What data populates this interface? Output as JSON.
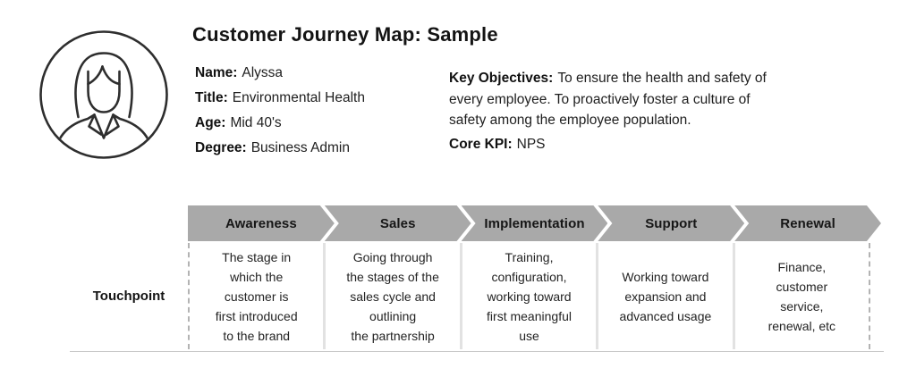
{
  "header": {
    "title": "Customer Journey Map: Sample",
    "persona": {
      "fields": [
        {
          "label": "Name:",
          "value": "Alyssa"
        },
        {
          "label": "Title:",
          "value": "Environmental Health"
        },
        {
          "label": "Age:",
          "value": "Mid 40's"
        },
        {
          "label": "Degree:",
          "value": "Business Admin"
        }
      ]
    },
    "objectives": {
      "label": "Key Objectives:",
      "text": "To ensure the health and safety of\nevery employee. To proactively foster a culture of\nsafety among the employee population.",
      "kpi_label": "Core KPI:",
      "kpi_value": "NPS"
    }
  },
  "journey": {
    "row_label": "Touchpoint",
    "stages": [
      {
        "label": "Awareness",
        "touchpoint": "The stage in\nwhich the\ncustomer is\nfirst introduced\nto the brand"
      },
      {
        "label": "Sales",
        "touchpoint": "Going through\nthe stages of the\nsales cycle and\noutlining\nthe partnership"
      },
      {
        "label": "Implementation",
        "touchpoint": "Training,\nconfiguration,\nworking toward\nfirst meaningful\nuse"
      },
      {
        "label": "Support",
        "touchpoint": "Working toward\nexpansion and\nadvanced usage"
      },
      {
        "label": "Renewal",
        "touchpoint": "Finance,\ncustomer\nservice,\nrenewal, etc"
      }
    ]
  },
  "icons": {
    "avatar": "female-persona-avatar-icon"
  },
  "colors": {
    "arrow-fill": "#a9a9a9",
    "stage-text": "#161616",
    "cell-divider": "#e2e2e2",
    "dashed-line": "#b3b3b3",
    "rule-line": "#c9c9c9",
    "avatar-stroke": "#2e2e2e"
  }
}
